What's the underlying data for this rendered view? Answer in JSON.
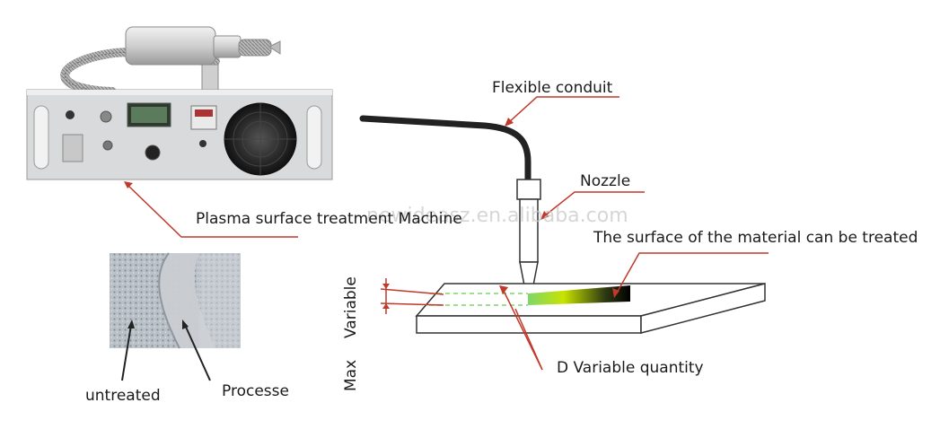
{
  "labels": {
    "flexible_conduit": "Flexible conduit",
    "nozzle": "Nozzle",
    "surface": "The surface of the material can be treated",
    "machine": "Plasma surface treatment Machine",
    "d_variable": "D Variable quantity",
    "untreated": "untreated",
    "processe": "Processe",
    "max": "Max",
    "variable": "Variable"
  },
  "watermark": "newideasz.en.alibaba.com",
  "colors": {
    "leader": "#c0392b",
    "text": "#1a1a1a",
    "conduit": "#222222",
    "plate": "#ffffff",
    "plate_edge": "#333333",
    "machine_body": "#d9dadb",
    "machine_handle": "#e6e6e6",
    "display": "#5c7a5c",
    "fan": "#1f1f1f",
    "treated_gradient": [
      "#7fd66a",
      "#c8e300",
      "#2f3b12",
      "#000000"
    ],
    "plasma_tip": "#44c2ff"
  },
  "icons": {
    "fan": "fan-icon",
    "lcd": "lcd-display-icon",
    "knob": "knob-icon",
    "switch": "power-switch-icon"
  }
}
